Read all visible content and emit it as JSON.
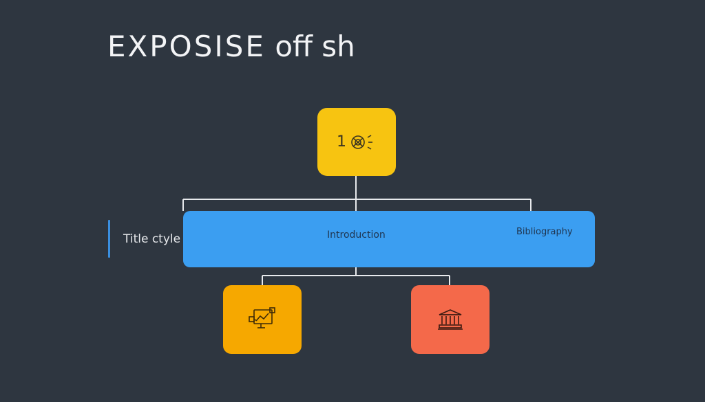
{
  "title": {
    "caps_part": "EXPOSISE",
    "tail_part": "off sh"
  },
  "side_label": "Title ctyle",
  "banner": {
    "left_label": "Introduction",
    "right_label": "Bibliography"
  },
  "nodes": {
    "top": {
      "glyph": "1",
      "icon": "gear-badge-icon",
      "color": "#f7c411"
    },
    "bottom_left": {
      "icon": "workflow-chart-icon",
      "color": "#f6a800"
    },
    "bottom_right": {
      "icon": "bank-building-icon",
      "color": "#f4694a"
    }
  },
  "colors": {
    "background": "#2e3640",
    "banner": "#3b9ef1",
    "accent_bar": "#3a8fe0",
    "connector": "#e8eaed"
  }
}
